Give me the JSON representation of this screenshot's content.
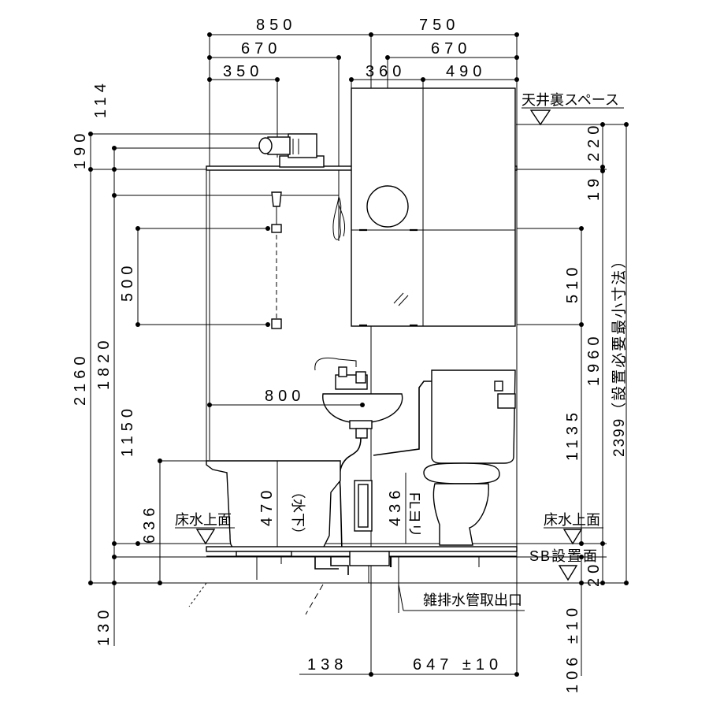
{
  "labels": {
    "ceiling_space": "天井裏スペース",
    "floor_water_top_left": "床水上面",
    "floor_water_top_right": "床水上面",
    "sb_floor": "SB設置面",
    "drain_outlet": "雑排水管取出口",
    "min_install_dim": "2399（設置必要最小寸法）",
    "tub_water_below": "（水下）",
    "fl_yori": "FLヨリ"
  },
  "dimensions": {
    "top_850": "850",
    "top_750": "750",
    "top_670_left": "670",
    "top_670_right": "670",
    "top_350": "350",
    "top_360": "360",
    "top_490": "490",
    "left_114": "114",
    "left_190": "190",
    "left_2160": "2160",
    "left_1820": "1820",
    "left_500": "500",
    "left_1150": "1150",
    "left_636": "636",
    "left_130": "130",
    "mid_800": "800",
    "mid_470": "470",
    "mid_436": "436",
    "right_220": "220",
    "right_19": "19",
    "right_510": "510",
    "right_1960": "1960",
    "right_1135": "1135",
    "right_20": "20",
    "right_106": "106 ±10",
    "bottom_138": "138",
    "bottom_647": "647 ±10"
  }
}
